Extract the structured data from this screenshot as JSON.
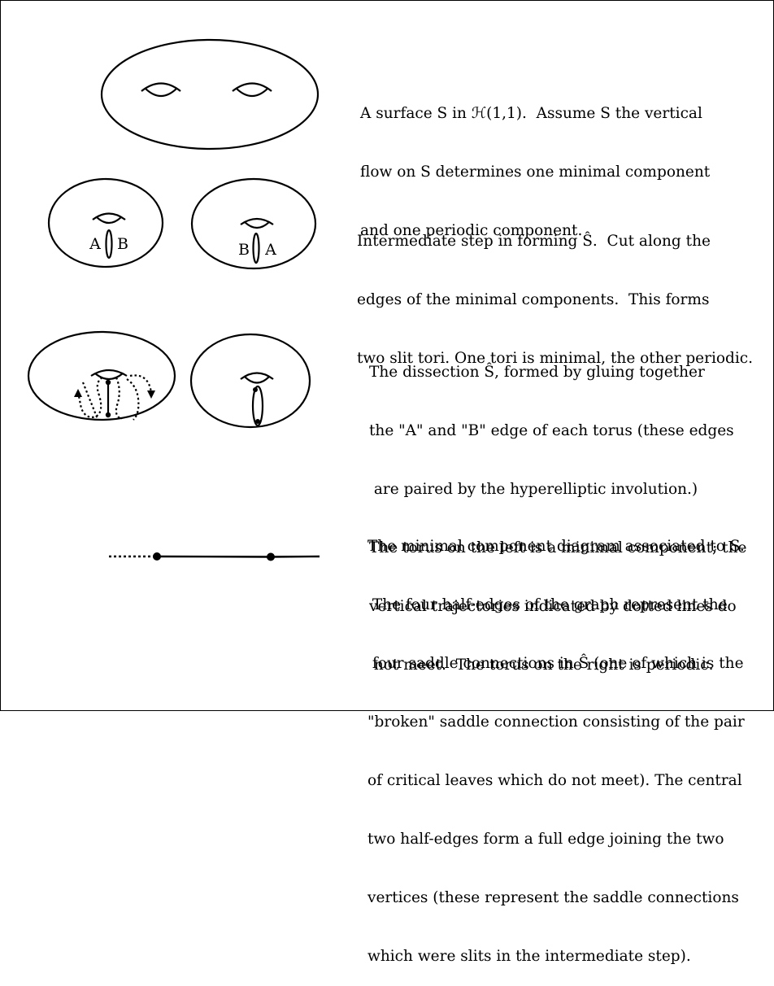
{
  "captions": [
    {
      "lines": [
        "A surface S in ℋ(1,1).  Assume S the vertical",
        "flow on S determines one minimal component",
        "and one periodic component."
      ]
    },
    {
      "lines": [
        "Intermediate step in forming Ŝ.  Cut along the",
        "edges of the minimal components.  This forms",
        "two slit tori. One tori is minimal, the other periodic."
      ]
    },
    {
      "lines": [
        "The dissection Ŝ, formed by gluing together",
        "the \"A\" and \"B\" edge of each torus (these edges",
        " are paired by the hyperelliptic involution.)",
        "The torus on the left is a minimal component; the",
        "vertical trajectories indicated by dotted lines do",
        " not meet.  The torus on the right is periodic."
      ]
    },
    {
      "lines": [
        "The minimal component diagram associated to S.",
        " The four half-edges of the graph represent the",
        " four saddle connections in Ŝ (one of which is the",
        "\"broken\" saddle connection consisting of the pair",
        "of critical leaves which do not meet). The central",
        "two half-edges form a full edge joining the two",
        "vertices (these represent the saddle connections",
        "which were slits in the intermediate step)."
      ]
    }
  ],
  "slit_labels": {
    "left_torus_left": "A",
    "left_torus_right": "B",
    "right_torus_left": "B",
    "right_torus_right": "A"
  }
}
